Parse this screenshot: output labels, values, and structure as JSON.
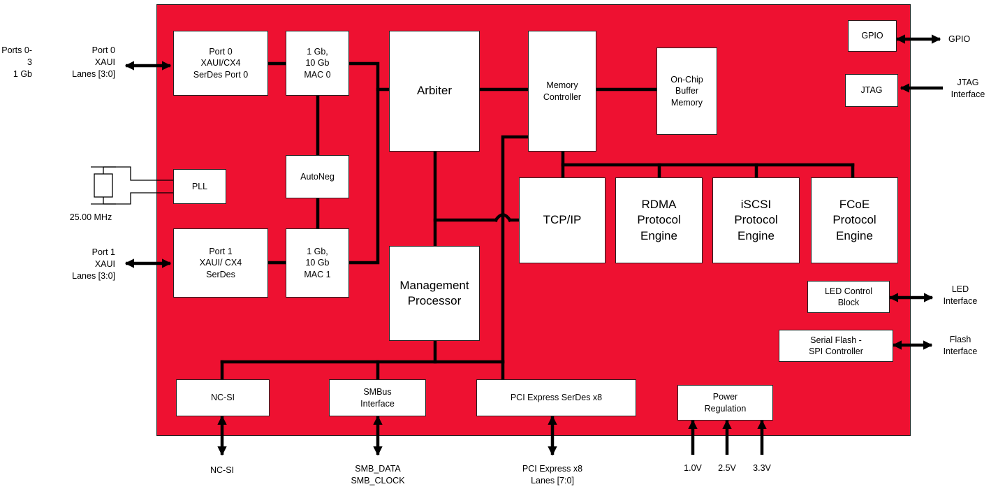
{
  "blocks": {
    "port0": "Port 0\nXAUI/CX4\nSerDes Port 0",
    "mac0": "1 Gb,\n10 Gb\nMAC 0",
    "arbiter": "Arbiter",
    "memctrl": "Memory\nController",
    "onchip": "On-Chip\nBuffer\nMemory",
    "gpio": "GPIO",
    "jtag": "JTAG",
    "pll": "PLL",
    "autoneg": "AutoNeg",
    "tcpip": "TCP/IP",
    "rdma": "RDMA\nProtocol\nEngine",
    "iscsi": "iSCSI\nProtocol\nEngine",
    "fcoe": "FCoE\nProtocol\nEngine",
    "port1": "Port 1\nXAUI/ CX4\nSerDes",
    "mac1": "1 Gb,\n10 Gb\nMAC 1",
    "mgmt": "Management\nProcessor",
    "led": "LED Control\nBlock",
    "flash": "Serial Flash -\nSPI Controller",
    "ncsi": "NC-SI",
    "smbus": "SMBus\nInterface",
    "pcie": "PCI Express SerDes x8",
    "power": "Power\nRegulation"
  },
  "external": {
    "ports_note": "Ports 0-3\n1 Gb",
    "port0_io": "Port 0\nXAUI\nLanes [3:0]",
    "port1_io": "Port 1\nXAUI\nLanes [3:0]",
    "crystal": "25.00 MHz",
    "gpio_io": "GPIO",
    "jtag_io": "JTAG\nInterface",
    "led_io": "LED\nInterface",
    "flash_io": "Flash\nInterface",
    "ncsi_io": "NC-SI",
    "smb_io": "SMB_DATA\nSMB_CLOCK",
    "pcie_io": "PCI Express x8\nLanes [7:0]",
    "v1": "1.0V",
    "v2": "2.5V",
    "v3": "3.3V"
  },
  "colors": {
    "chip": "#ee1131",
    "block": "#ffffff",
    "wire": "#000000"
  }
}
